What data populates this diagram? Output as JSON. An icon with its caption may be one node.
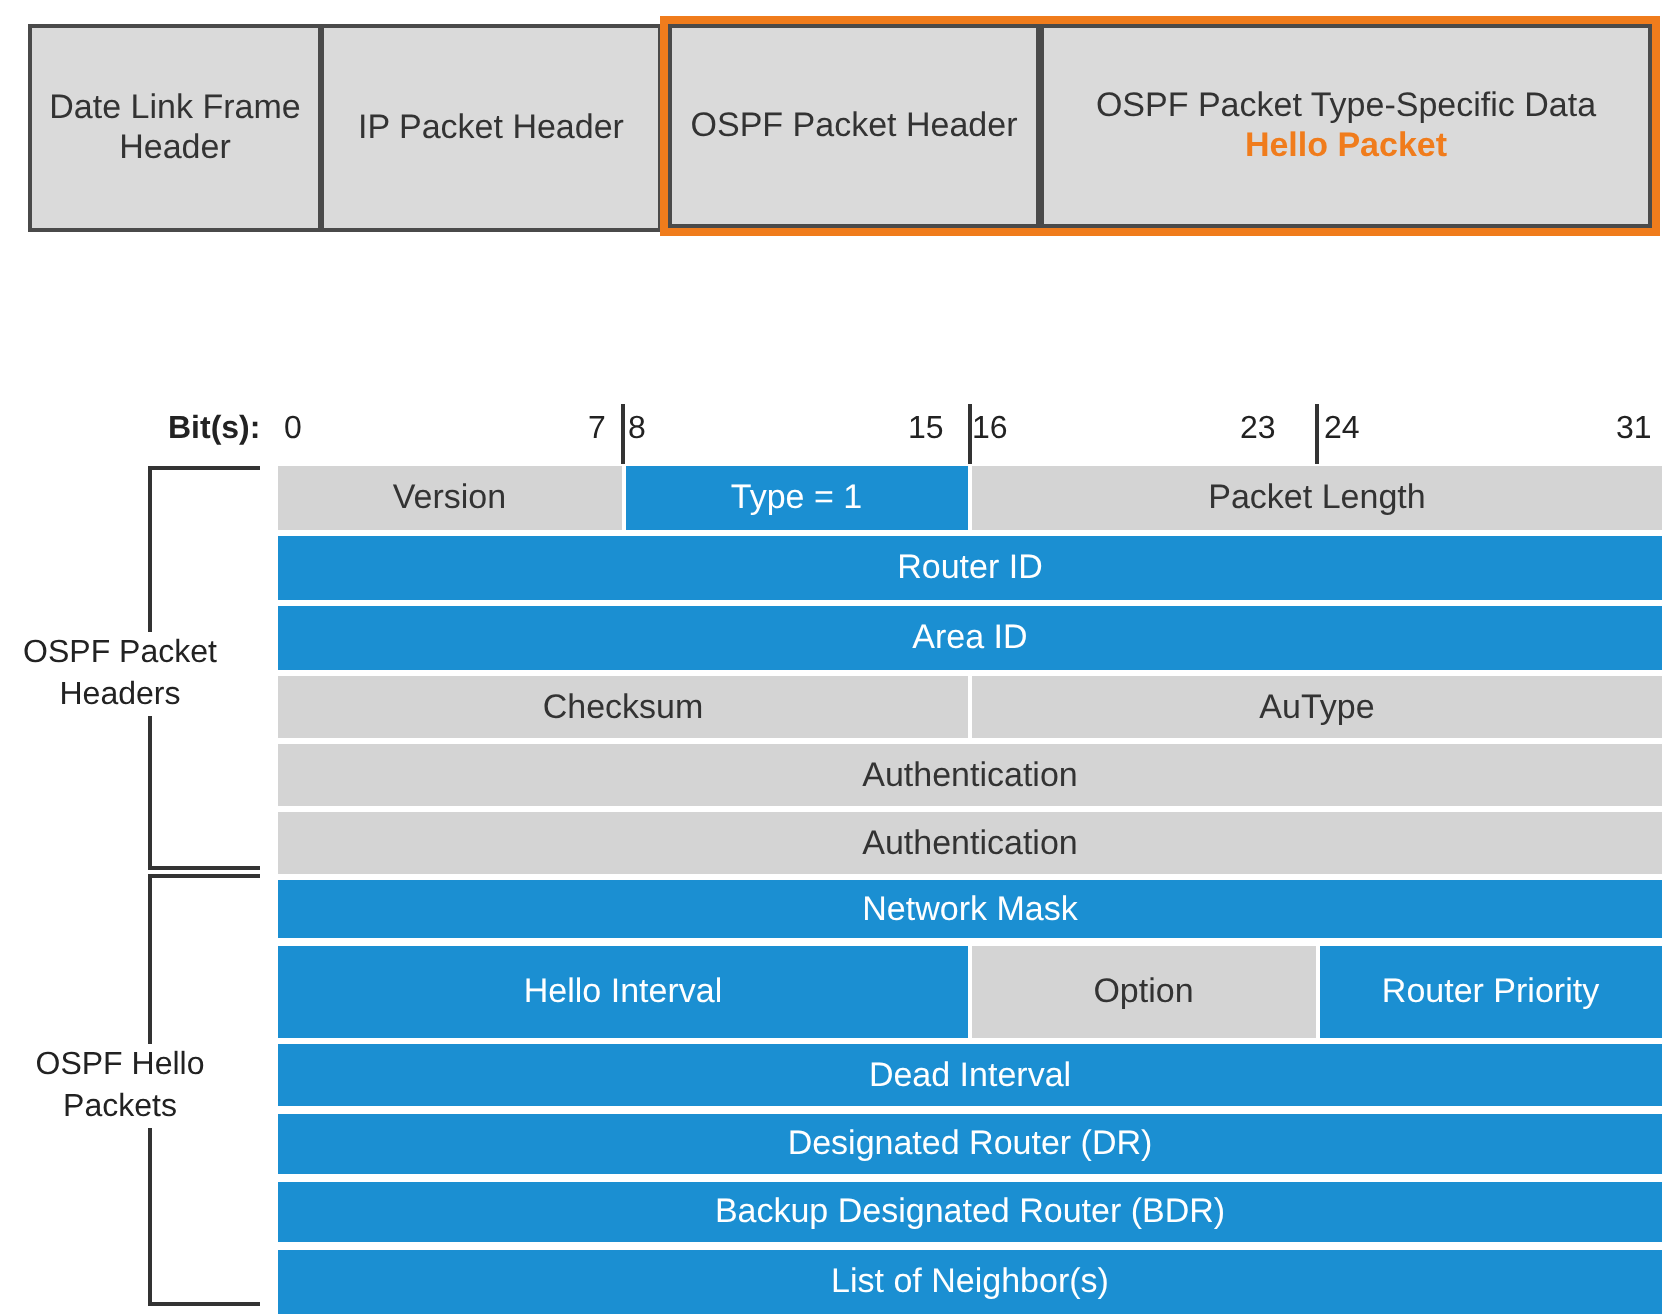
{
  "diagram": {
    "nodes": [
      {
        "text": [
          "Date Link Frame Header"
        ]
      },
      {
        "text": [
          "IP Packet Header"
        ]
      },
      {
        "text": [],
        "shape": "box"
      },
      {
        "text": [
          "OSPF Packet Header"
        ],
        "in": 2
      },
      {
        "text": [
          "OSPF Packet Type-Specific Data",
          "Hello Packet"
        ],
        "in": 2
      },
      {
        "text": [
          "Version"
        ]
      },
      {
        "text": [
          "Type = 1"
        ]
      },
      {
        "text": [
          "Packet Length"
        ]
      },
      {
        "text": [
          "Router ID"
        ]
      },
      {
        "text": [
          "Area ID"
        ]
      },
      {
        "text": [
          "Checksum"
        ]
      },
      {
        "text": [
          "AuType"
        ]
      },
      {
        "text": [
          "Authentication"
        ]
      },
      {
        "text": [
          "Authentication"
        ]
      },
      {
        "text": [
          "Network Mask"
        ]
      },
      {
        "text": [
          "Hello Interval"
        ]
      },
      {
        "text": [
          "Option"
        ]
      },
      {
        "text": [
          "Router Priority"
        ]
      },
      {
        "text": [
          "Dead Interval"
        ]
      },
      {
        "text": [
          "Designated Router (DR)"
        ]
      },
      {
        "text": [
          "Backup Designated Router (BDR)"
        ]
      },
      {
        "text": [
          "List of Neighbor(s)"
        ]
      }
    ],
    "labels": [
      "Bit(s):",
      "0",
      "7",
      "8",
      "15",
      "16",
      "23",
      "24",
      "31",
      "OSPF Packet Headers",
      "OSPF Hello Packets"
    ]
  }
}
